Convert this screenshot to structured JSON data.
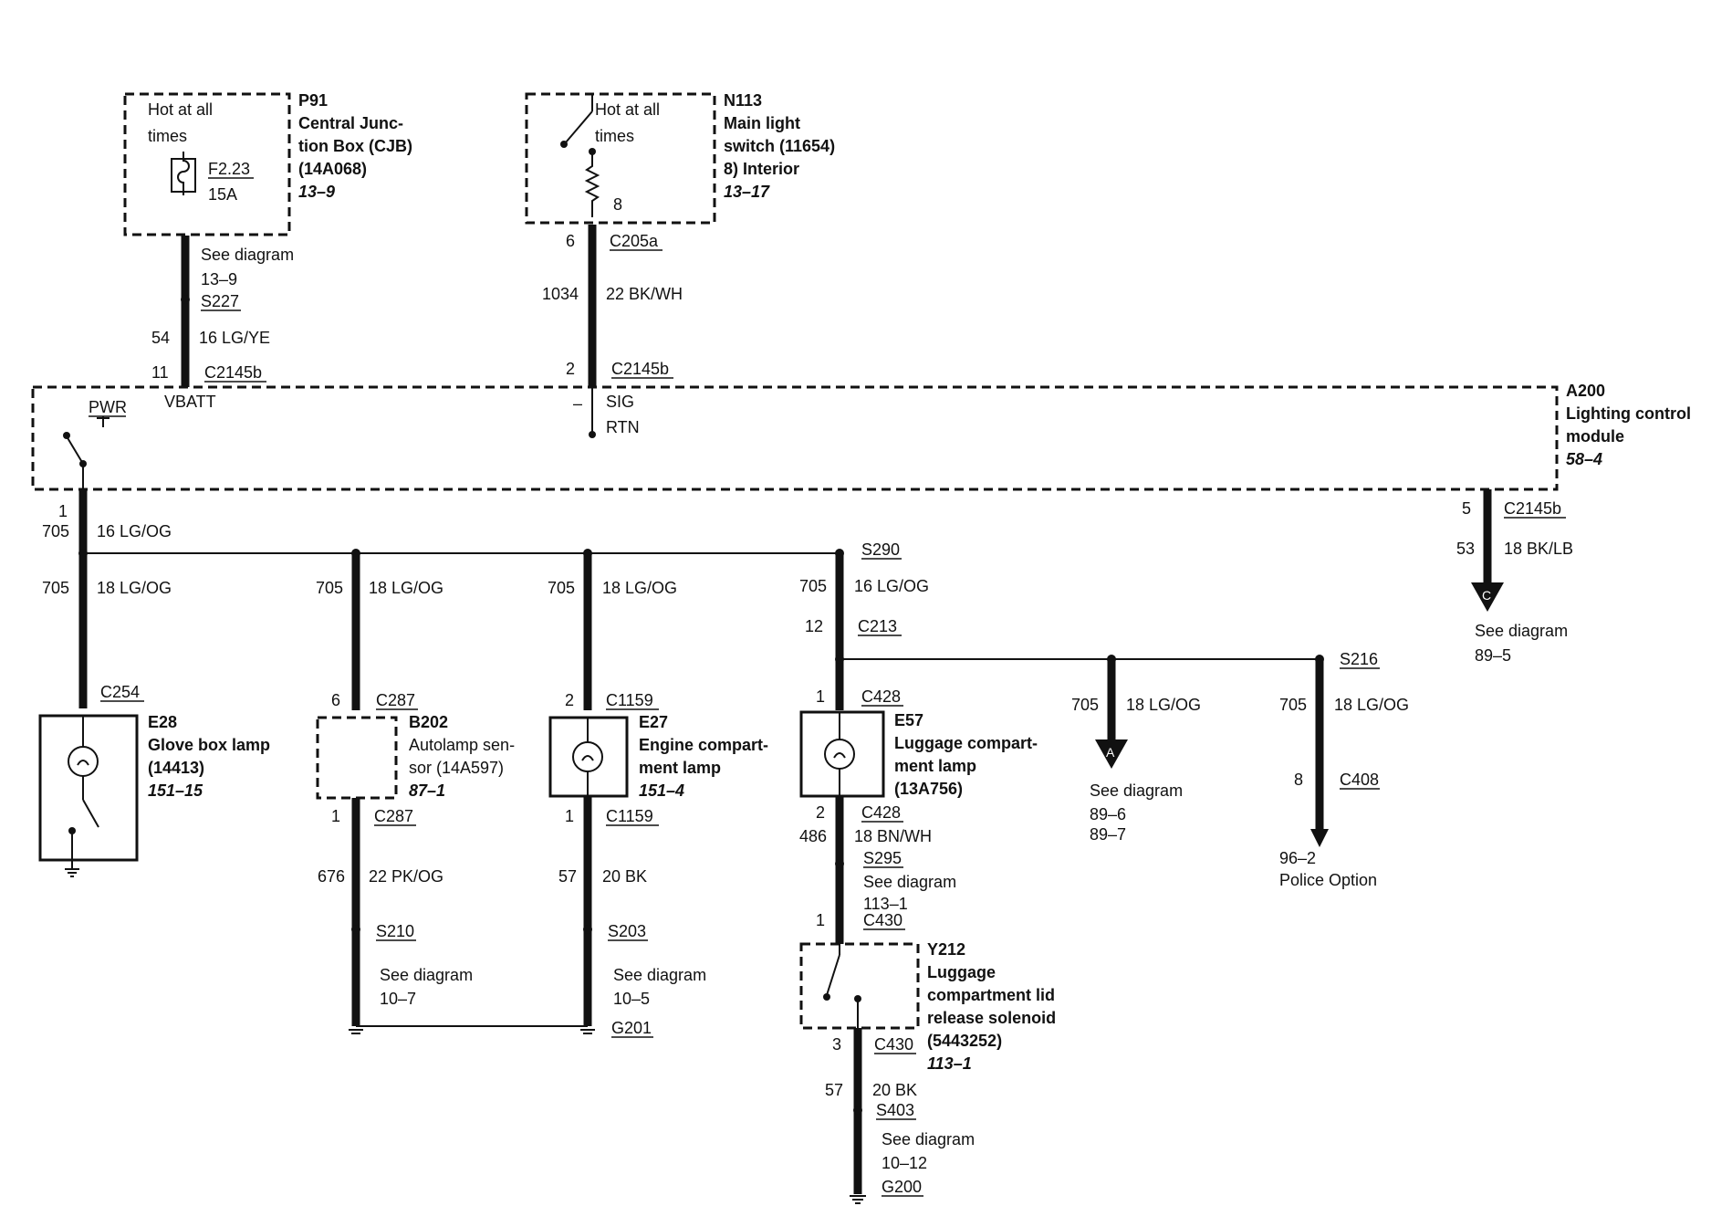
{
  "p91": {
    "hot": [
      "Hot at all",
      "times"
    ],
    "fuse": "F2.23",
    "amps": "15A",
    "id": "P91",
    "name": [
      "Central Junc-",
      "tion Box (CJB)",
      "(14A068)"
    ],
    "ref": "13–9"
  },
  "p91_wire": {
    "see": [
      "See diagram",
      "13–9"
    ],
    "splice": "S227",
    "circuit": "54",
    "spec": "16 LG/YE",
    "pin": "11",
    "connector": "C2145b",
    "term": "VBATT"
  },
  "n113": {
    "hot": [
      "Hot at all",
      "times"
    ],
    "pin_inner": "8",
    "id": "N113",
    "name": [
      "Main light",
      "switch (11654)",
      "8)   Interior"
    ],
    "ref": "13–17"
  },
  "n113_wire": {
    "pin": "6",
    "connector": "C205a",
    "circuit": "1034",
    "spec": "22 BK/WH",
    "pin2": "2",
    "connector2": "C2145b",
    "sig": "SIG",
    "minus": "–",
    "rtn": "RTN"
  },
  "a200": {
    "pwr": "PWR",
    "id": "A200",
    "name": [
      "Lighting control",
      "module"
    ],
    "ref": "58–4"
  },
  "main_bus": {
    "pin": "1",
    "circuit": "705",
    "spec": "16 LG/OG"
  },
  "right_out": {
    "pin": "5",
    "connector": "C2145b",
    "circuit": "53",
    "spec": "18 BK/LB",
    "arrow": "C",
    "see": [
      "See diagram",
      "89–5"
    ]
  },
  "e28": {
    "circuit": "705",
    "spec": "18 LG/OG",
    "connector": "C254",
    "id": "E28",
    "name": [
      "Glove box lamp",
      "(14413)"
    ],
    "ref": "151–15"
  },
  "b202": {
    "circuit": "705",
    "spec": "18 LG/OG",
    "pin": "6",
    "connector": "C287",
    "id": "B202",
    "name": [
      "Autolamp sen-",
      "sor (14A597)"
    ],
    "ref": "87–1",
    "pin2": "1",
    "connector2": "C287",
    "circuit2": "676",
    "spec2": "22 PK/OG",
    "splice": "S210",
    "see": [
      "See diagram",
      "10–7"
    ]
  },
  "e27": {
    "circuit": "705",
    "spec": "18 LG/OG",
    "pin": "2",
    "connector": "C1159",
    "id": "E27",
    "name": [
      "Engine compart-",
      "ment lamp"
    ],
    "ref": "151–4",
    "pin2": "1",
    "connector2": "C1159",
    "circuit2": "57",
    "spec2": "20 BK",
    "splice": "S203",
    "see": [
      "See diagram",
      "10–5"
    ],
    "ground": "G201"
  },
  "e57": {
    "splice_top": "S290",
    "circuit": "705",
    "spec": "16 LG/OG",
    "pin_c213": "12",
    "c213": "C213",
    "pin": "1",
    "connector": "C428",
    "id": "E57",
    "name": [
      "Luggage compart-",
      "ment lamp",
      "(13A756)"
    ],
    "pin2": "2",
    "connector2": "C428",
    "circuit2": "486",
    "spec2": "18 BN/WH",
    "splice": "S295",
    "see": [
      "See diagram",
      "113–1"
    ],
    "pin3": "1",
    "connector3": "C430"
  },
  "branch_a": {
    "circuit": "705",
    "spec": "18 LG/OG",
    "arrow": "A",
    "see": [
      "See diagram",
      "89–6",
      "89–7"
    ]
  },
  "branch_s216": {
    "splice": "S216",
    "circuit": "705",
    "spec": "18 LG/OG",
    "pin": "8",
    "connector": "C408",
    "note": [
      "96–2",
      "Police Option"
    ]
  },
  "y212": {
    "id": "Y212",
    "name": [
      "Luggage",
      "compartment lid",
      "release solenoid",
      "(5443252)"
    ],
    "ref": "113–1",
    "pin": "3",
    "connector": "C430",
    "circuit": "57",
    "spec": "20 BK",
    "splice": "S403",
    "see": [
      "See diagram",
      "10–12"
    ],
    "ground": "G200"
  }
}
